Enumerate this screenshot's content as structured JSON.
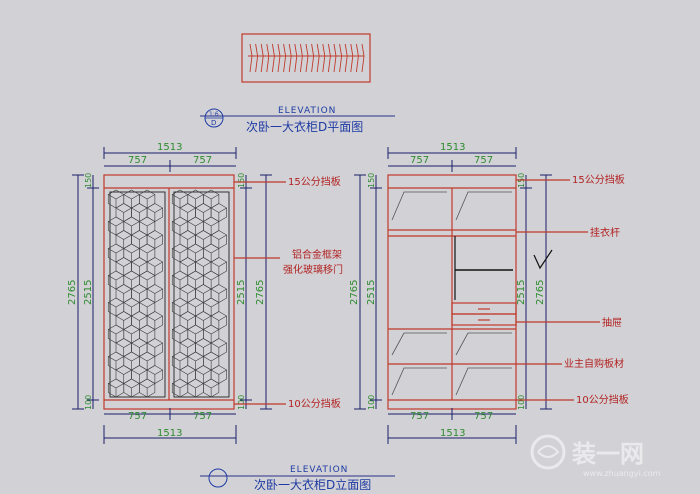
{
  "top_plan": {
    "elevation_label": "ELEVATION",
    "title": "次卧一大衣柜D平面图",
    "symbol_top": "1:6",
    "symbol_bottom": "D"
  },
  "bottom_elevation": {
    "elevation_label": "ELEVATION",
    "title": "次卧一大衣柜D立面图"
  },
  "left_cabinet": {
    "dim_top_total": "1513",
    "dim_top_left": "757",
    "dim_top_right": "757",
    "dim_bottom_left": "757",
    "dim_bottom_right": "757",
    "dim_bottom_total": "1513",
    "left_total": "2765",
    "left_inner": "2515",
    "left_top_small": "150",
    "left_bottom_small": "100",
    "right_inner": "2515",
    "right_total": "2765",
    "right_top_small": "150",
    "right_bottom_small": "100",
    "label_top": "15公分挡板",
    "label_mid_1": "铝合金框架",
    "label_mid_2": "强化玻璃移门",
    "label_bottom": "10公分挡板"
  },
  "right_cabinet": {
    "dim_top_total": "1513",
    "dim_top_left": "757",
    "dim_top_right": "757",
    "dim_bottom_left": "757",
    "dim_bottom_right": "757",
    "dim_bottom_total": "1513",
    "left_total": "2765",
    "left_inner": "2515",
    "left_top_small": "150",
    "left_bottom_small": "100",
    "right_inner": "2515",
    "right_total": "2765",
    "right_top_small": "150",
    "right_bottom_small": "100",
    "label_top": "15公分挡板",
    "label_rod": "挂衣杆",
    "label_drawer": "抽屉",
    "label_board": "业主自购板材",
    "label_bottom": "10公分挡板"
  },
  "watermark": {
    "brand": "装一网",
    "url": "www.zhuangyi.com"
  },
  "colors": {
    "background": "#d2d2d6",
    "dimension": "#1a1f6b",
    "cabinet_outline": "#c0392b",
    "dimension_text": "#2e8b2e",
    "label_text": "#b22222",
    "title_text": "#1d3aa3"
  }
}
